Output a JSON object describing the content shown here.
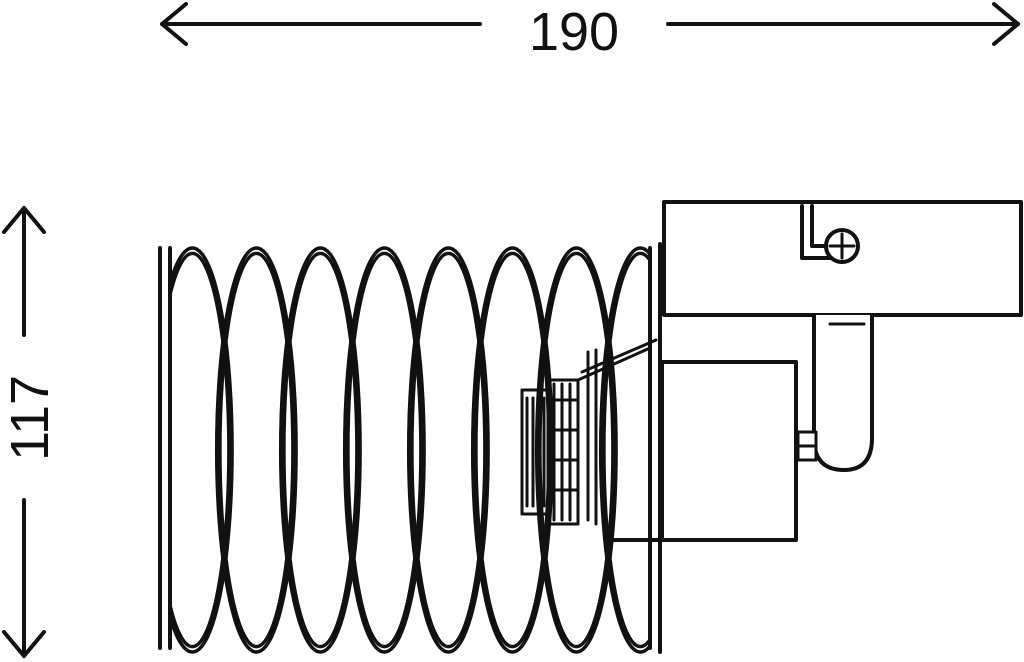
{
  "dimensions": {
    "width_label": "190",
    "height_label": "117"
  },
  "colors": {
    "line": "#111111",
    "background": "#ffffff"
  },
  "drawing": {
    "shade_type": "spiral wire cage",
    "coil_turns": 8
  }
}
